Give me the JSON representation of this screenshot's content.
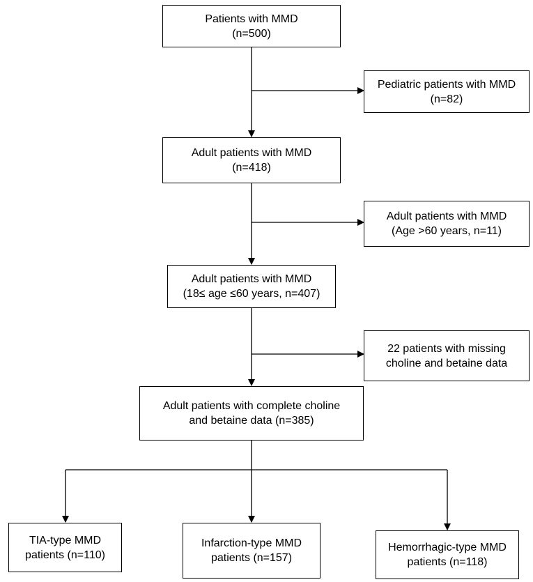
{
  "boxes": {
    "all": {
      "line1": "Patients with MMD",
      "line2": "(n=500)"
    },
    "pediatric": {
      "line1": "Pediatric patients with MMD",
      "line2": "(n=82)"
    },
    "adult": {
      "line1": "Adult patients with MMD",
      "line2": "(n=418)"
    },
    "over60": {
      "line1": "Adult patients with MMD",
      "line2": "(Age >60 years, n=11)"
    },
    "age18to60": {
      "line1": "Adult patients with MMD",
      "line2": "(18≤ age ≤60 years, n=407)"
    },
    "missing": {
      "line1": "22 patients with missing",
      "line2": "choline and betaine data"
    },
    "complete": {
      "line1": "Adult patients with complete choline",
      "line2": "and betaine data (n=385)"
    },
    "tia": {
      "line1": "TIA-type MMD",
      "line2": "patients (n=110)"
    },
    "infarction": {
      "line1": "Infarction-type MMD",
      "line2": "patients (n=157)"
    },
    "hemorrhagic": {
      "line1": "Hemorrhagic-type MMD",
      "line2": "patients (n=118)"
    }
  }
}
